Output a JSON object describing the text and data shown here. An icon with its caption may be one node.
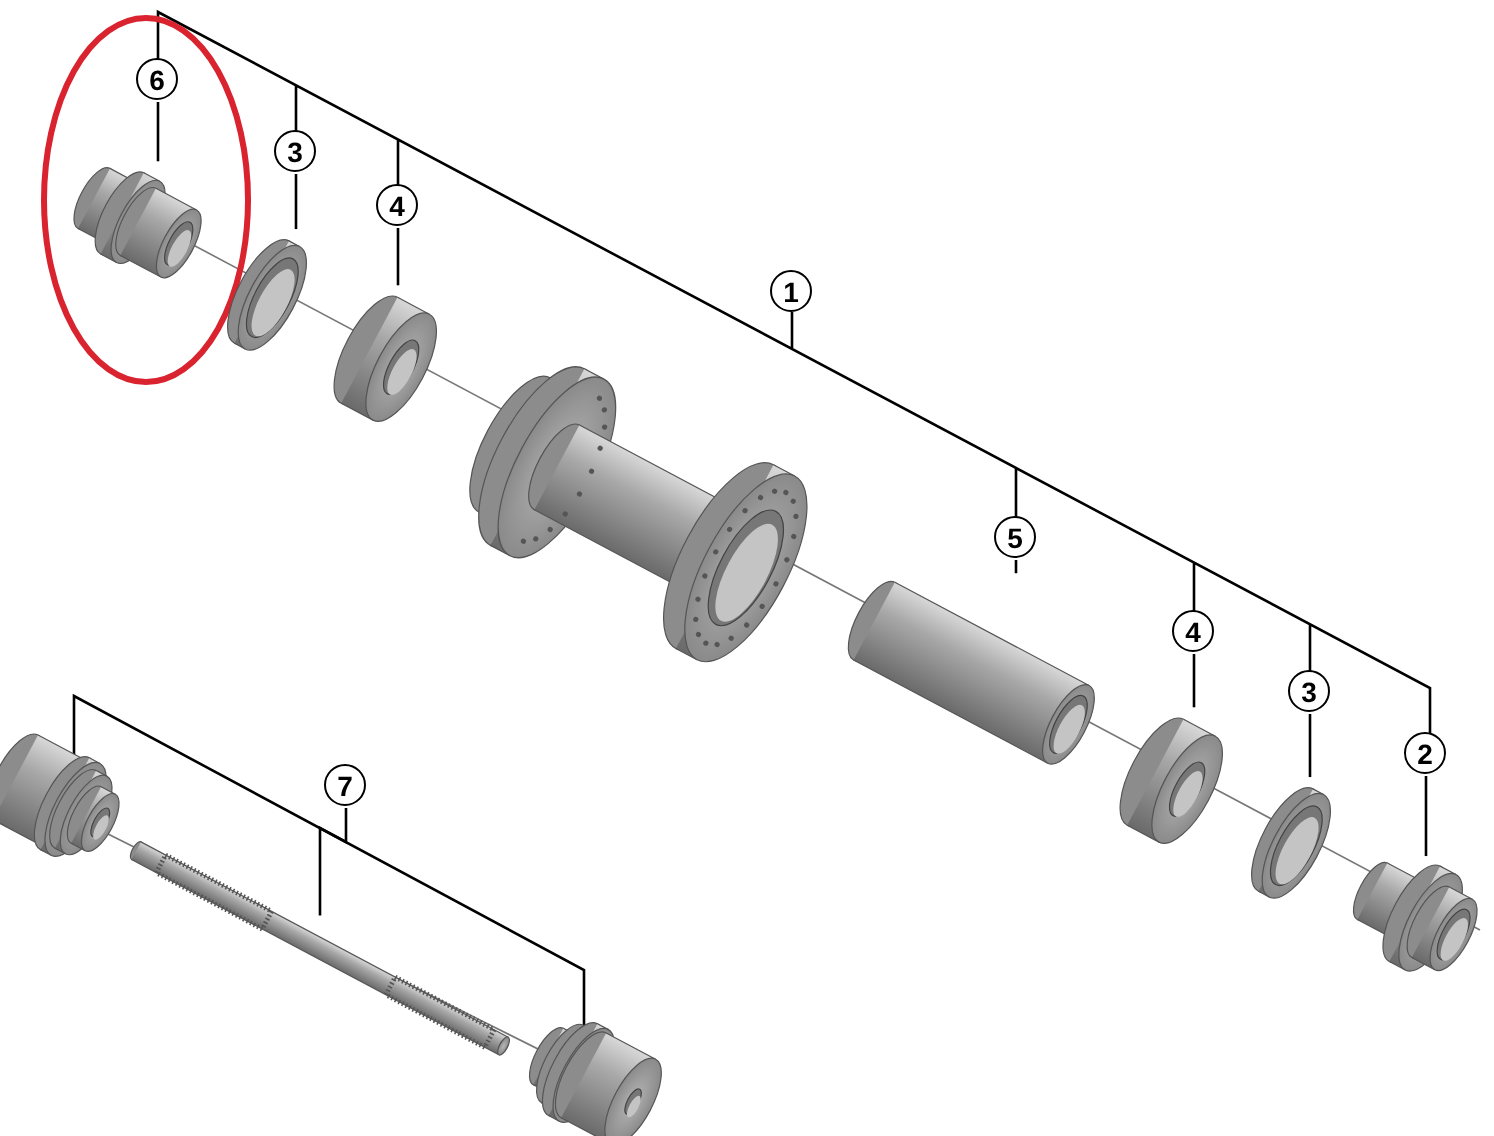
{
  "diagram": {
    "nodes": [
      {
        "text": [
          "6"
        ]
      },
      {
        "text": [
          "3"
        ]
      },
      {
        "text": [
          "4"
        ]
      },
      {
        "text": [
          "5"
        ]
      },
      {
        "text": [
          "4"
        ]
      },
      {
        "text": [
          "3"
        ]
      },
      {
        "text": [
          "2"
        ]
      },
      {
        "text": [
          "7"
        ]
      },
      {
        "text": [],
        "shape": "picture"
      },
      {
        "text": [],
        "shape": "picture"
      },
      {
        "text": [],
        "shape": "picture"
      },
      {
        "text": [],
        "shape": "picture"
      },
      {
        "text": [],
        "shape": "picture"
      },
      {
        "text": [],
        "shape": "picture"
      },
      {
        "text": [],
        "shape": "picture"
      },
      {
        "text": [],
        "shape": "picture"
      },
      {
        "text": [],
        "shape": "picture"
      },
      {
        "text": [],
        "shape": "picture"
      },
      {
        "text": [],
        "shape": "picture"
      },
      {
        "text": [
          "1"
        ]
      }
    ],
    "edges": [
      {
        "from": 0,
        "to": 8,
        "arrow": "none"
      },
      {
        "from": 1,
        "to": 9,
        "arrow": "none"
      },
      {
        "from": 2,
        "to": 10,
        "arrow": "none"
      },
      {
        "from": 3,
        "to": 12,
        "arrow": "none"
      },
      {
        "from": 4,
        "to": 13,
        "arrow": "none"
      },
      {
        "from": 5,
        "to": 14,
        "arrow": "none"
      },
      {
        "from": 6,
        "to": 15,
        "arrow": "none"
      },
      {
        "from": 7,
        "to": 17,
        "arrow": "none"
      }
    ]
  }
}
